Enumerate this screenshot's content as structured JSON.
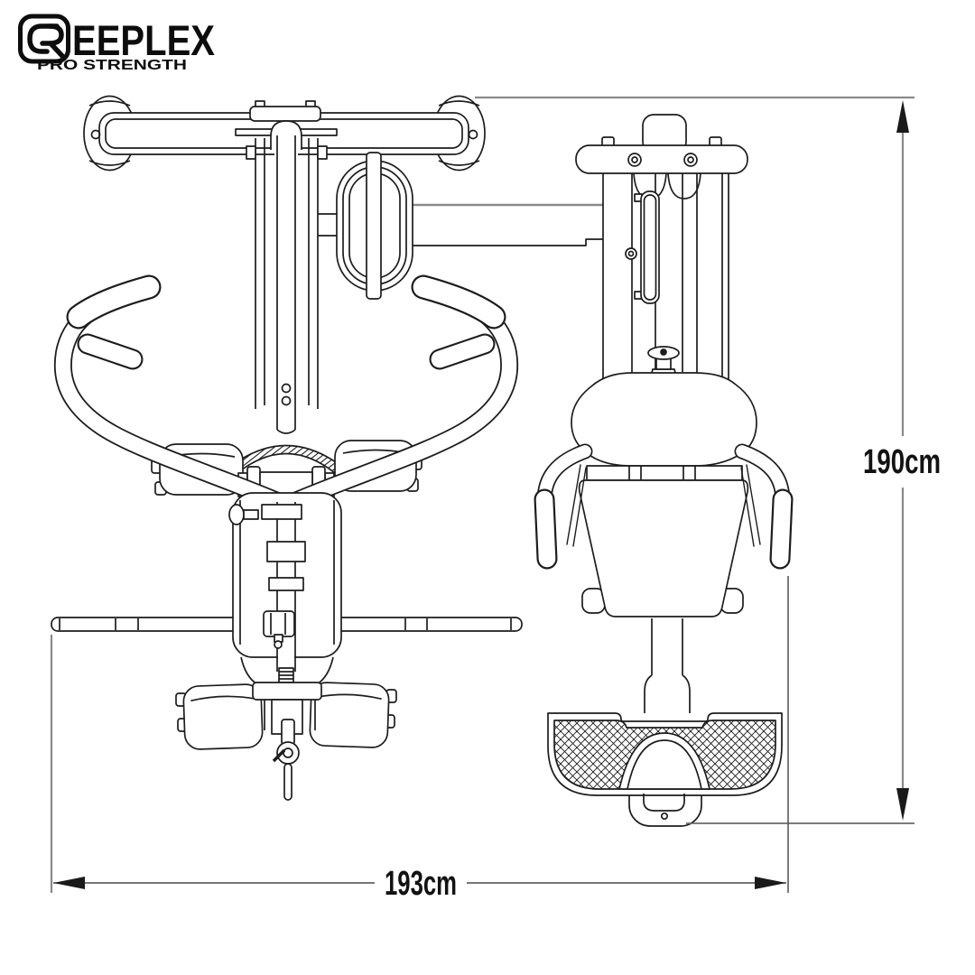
{
  "logo": {
    "mark_letter": "R",
    "wordmark": "EEPLEX",
    "tagline": "PRO STRENGTH"
  },
  "dimensions": {
    "height_label": "190cm",
    "width_label": "193cm"
  },
  "colors": {
    "drawing_line": "#1d1d1d",
    "extension_line": "#8a8a8a",
    "dimension_line": "#4a4a4a",
    "arrow": "#1a1a1a",
    "text": "#121212",
    "background": "#ffffff"
  }
}
